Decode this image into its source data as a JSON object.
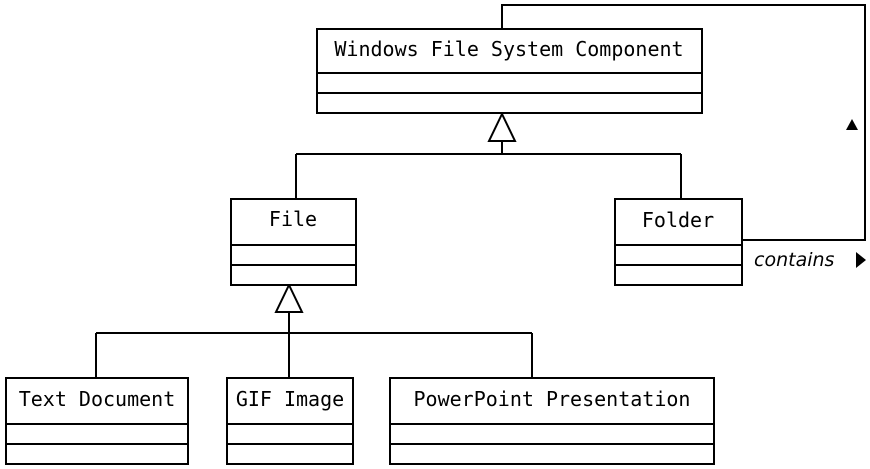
{
  "classes": {
    "component": {
      "name": "Windows File System Component"
    },
    "file": {
      "name": "File"
    },
    "folder": {
      "name": "Folder"
    },
    "text_document": {
      "name": "Text Document"
    },
    "gif_image": {
      "name": "GIF Image"
    },
    "powerpoint": {
      "name": "PowerPoint Presentation"
    }
  },
  "association": {
    "label": "contains"
  }
}
